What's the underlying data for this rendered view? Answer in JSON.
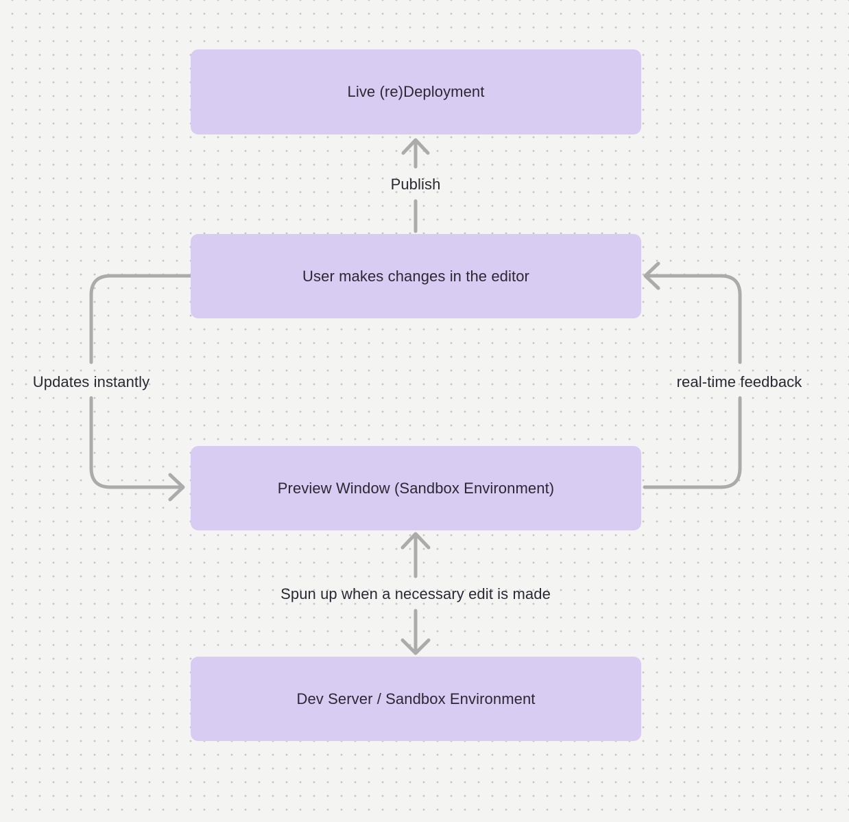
{
  "canvas": {
    "background_color": "#f4f4f2",
    "dot_color": "#c6c4c1",
    "node_fill_color": "#d8ccf2",
    "node_text_color": "#2b2733",
    "connector_color": "#ababab"
  },
  "nodes": [
    {
      "id": "live-deployment",
      "label": "Live (re)Deployment"
    },
    {
      "id": "editor-changes",
      "label": "User makes changes in the editor"
    },
    {
      "id": "preview-window",
      "label": "Preview Window (Sandbox Environment)"
    },
    {
      "id": "dev-server",
      "label": "Dev Server / Sandbox Environment"
    }
  ],
  "edges": [
    {
      "id": "publish",
      "label": "Publish",
      "from": "editor-changes",
      "to": "live-deployment",
      "direction": "up"
    },
    {
      "id": "updates-instantly",
      "label": "Updates instantly",
      "from": "editor-changes",
      "to": "preview-window",
      "direction": "left-loop-down"
    },
    {
      "id": "real-time-feedback",
      "label": "real-time feedback",
      "from": "preview-window",
      "to": "editor-changes",
      "direction": "right-loop-up"
    },
    {
      "id": "spun-up",
      "label": "Spun up when a necessary edit is made",
      "from": "preview-window",
      "to": "dev-server",
      "direction": "bidirectional-vertical"
    }
  ]
}
